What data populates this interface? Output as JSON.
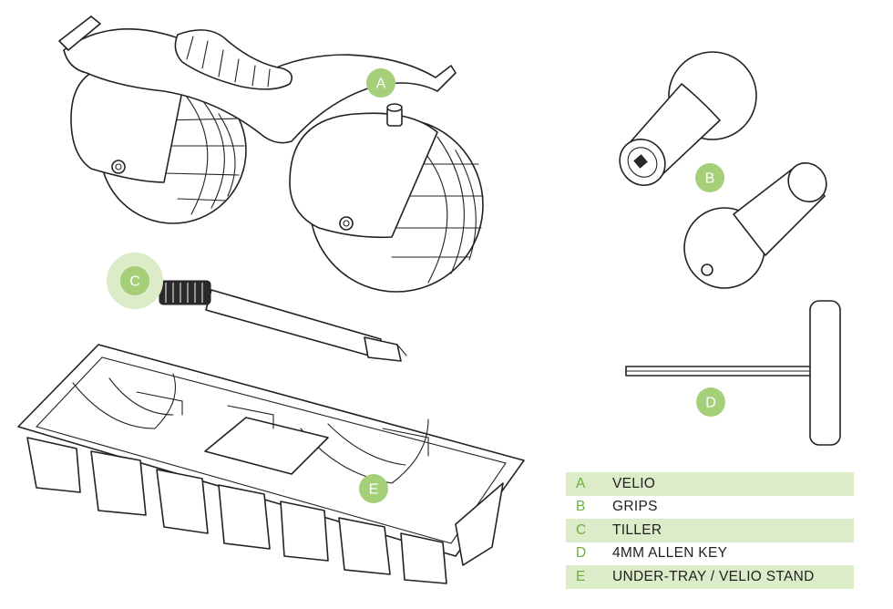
{
  "callouts": {
    "a": "A",
    "b": "B",
    "c": "C",
    "d": "D",
    "e": "E"
  },
  "legend": {
    "items": [
      {
        "letter": "A",
        "label": "VELIO"
      },
      {
        "letter": "B",
        "label": "GRIPS"
      },
      {
        "letter": "C",
        "label": "TILLER"
      },
      {
        "letter": "D",
        "label": "4MM ALLEN KEY"
      },
      {
        "letter": "E",
        "label": "UNDER-TRAY / VELIO STAND"
      }
    ]
  },
  "colors": {
    "accent_green": "#a6cf7a",
    "row_shade": "#dcebc8",
    "letter_green": "#6fae3a",
    "line": "#222222"
  }
}
